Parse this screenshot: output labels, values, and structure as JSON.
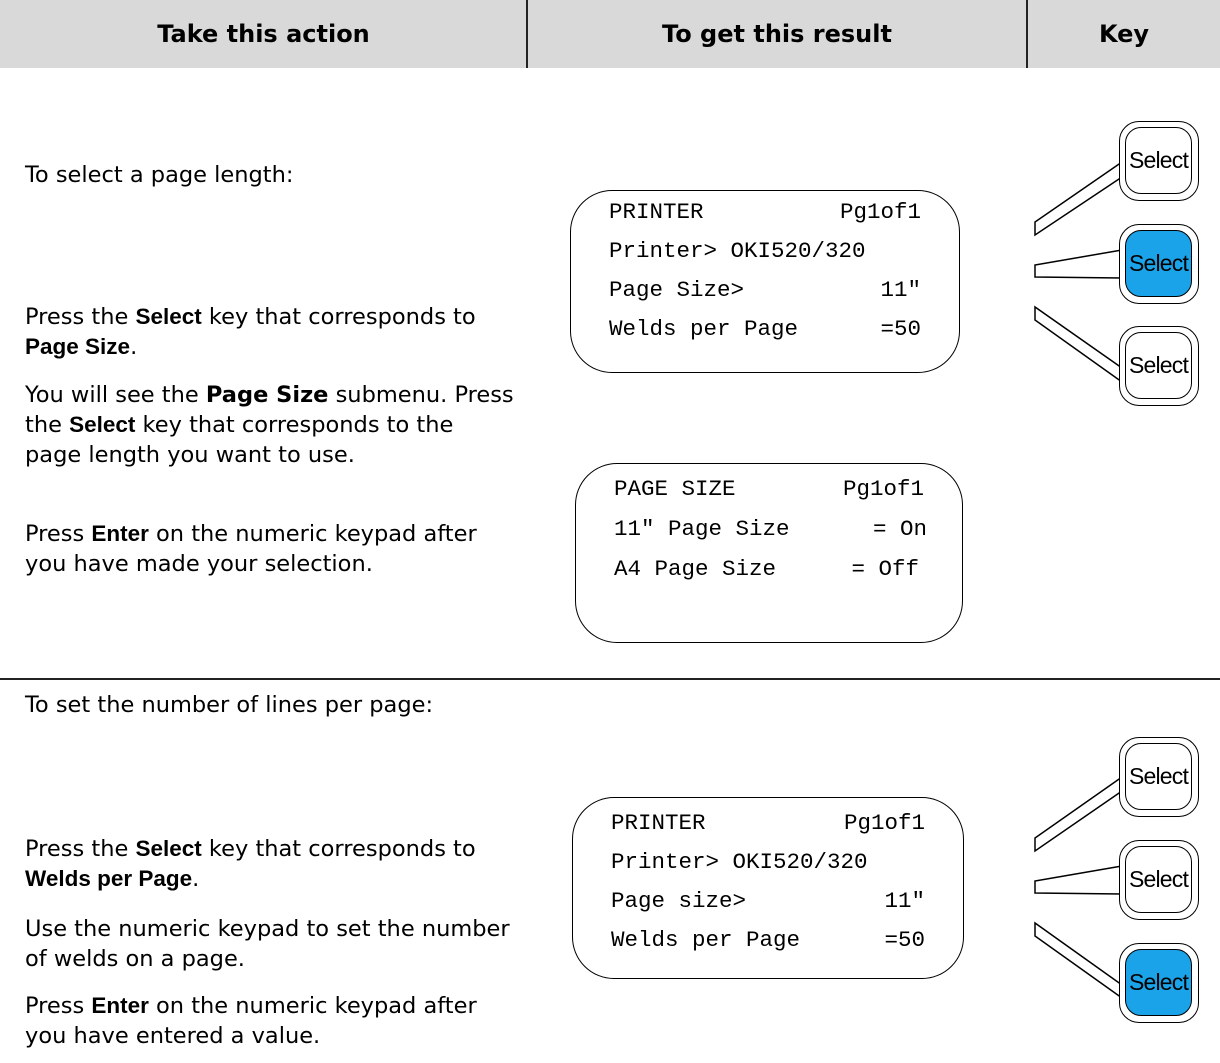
{
  "header": {
    "col1": "Take this action",
    "col2": "To get this result",
    "col3": "Key"
  },
  "section1": {
    "intro": "To select a page length:",
    "step1": {
      "a": "Press the ",
      "b": "Select",
      "c": " key that corresponds to ",
      "d": "Page Size",
      "e": "."
    },
    "step2": {
      "a": "You will see the ",
      "b": "Page Size",
      "c": " submenu. Press the ",
      "d": "Select",
      "e": " key that corresponds to the page length you want to use."
    },
    "step3": {
      "a": "Press ",
      "b": "Enter",
      "c": " on the numeric keypad after you have made your selection."
    },
    "screen1": [
      {
        "left": "PRINTER",
        "right": "Pg1of1"
      },
      {
        "left": "Printer> OKI520/320",
        "right": ""
      },
      {
        "left": "Page Size>",
        "right": "11″"
      },
      {
        "left": "Welds per Page",
        "right": "=50"
      }
    ],
    "screen2": [
      {
        "left": "PAGE SIZE",
        "right": "Pg1of1"
      },
      {
        "left": "11″ Page Size",
        "right": "= On"
      },
      {
        "left": "A4 Page Size",
        "right": "= Off"
      }
    ],
    "keys": [
      "Select",
      "Select",
      "Select"
    ],
    "active_key": 2
  },
  "section2": {
    "intro": "To set the number of lines per page:",
    "step1": {
      "a": "Press the ",
      "b": "Select",
      "c": " key that corresponds to ",
      "d": "Welds per Page",
      "e": "."
    },
    "step2": {
      "a": "Use the numeric keypad to set the number of welds on a page."
    },
    "step3": {
      "a": "Press ",
      "b": "Enter",
      "c": " on the numeric keypad after you have entered a value."
    },
    "screen1": [
      {
        "left": "PRINTER",
        "right": "Pg1of1"
      },
      {
        "left": "Printer> OKI520/320",
        "right": ""
      },
      {
        "left": "Page size>",
        "right": "11″"
      },
      {
        "left": "Welds per Page",
        "right": "=50"
      }
    ],
    "keys": [
      "Select",
      "Select",
      "Select"
    ],
    "active_key": 3
  },
  "colors": {
    "header_bg": "#d9d9d9",
    "active_key": "#1aa3e8"
  }
}
